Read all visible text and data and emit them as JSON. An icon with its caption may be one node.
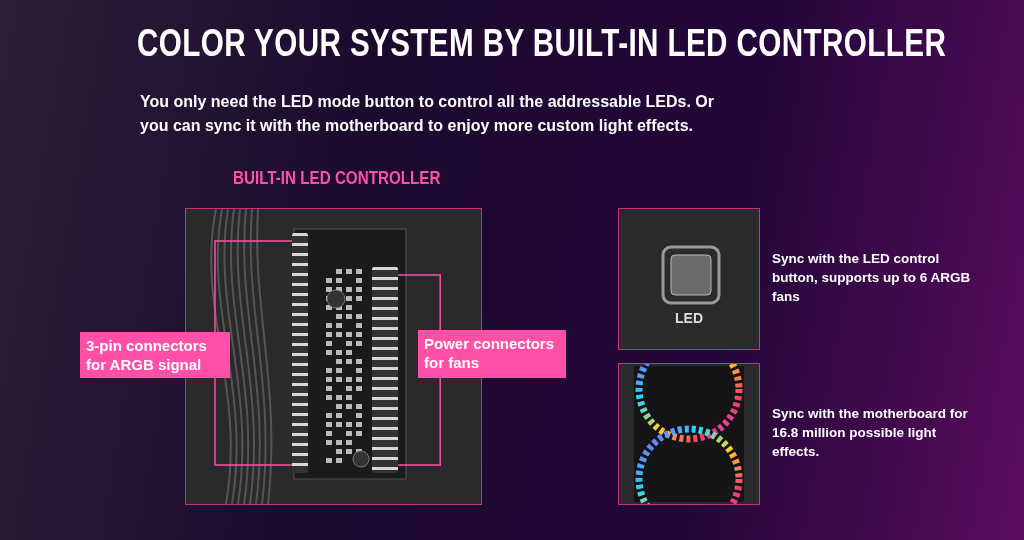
{
  "diagram": {
    "title": "COLOR YOUR SYSTEM BY BUILT-IN LED CONTROLLER",
    "nodes": [
      {
        "text": [
          "BUILT-IN LED CONTROLLER"
        ]
      },
      {
        "text": [],
        "shape": "picture",
        "in": 0
      },
      {
        "text": [],
        "shape": "picture",
        "in": 0
      },
      {
        "text": [
          "3-pin connectors for ARGB signal"
        ]
      },
      {
        "text": [
          "Power connectors for fans"
        ]
      },
      {
        "text": [
          "LED"
        ],
        "beside": [
          "Sync with the LED control button, supports up to 6 ARGB fans"
        ]
      },
      {
        "text": [],
        "shape": "picture",
        "beside": [
          "Sync with the motherboard for 16.8 million possible light effects."
        ]
      }
    ],
    "edges": [
      {
        "from": 3,
        "to": 1,
        "arrow": "none"
      },
      {
        "from": 3,
        "to": 1,
        "arrow": "none"
      },
      {
        "from": 4,
        "to": 2,
        "arrow": "none"
      },
      {
        "from": 4,
        "to": 2,
        "arrow": "none"
      }
    ],
    "labels": [
      "You only need the LED mode button to control all the addressable LEDs. Or you can sync it with the motherboard to enjoy more custom light effects."
    ]
  }
}
